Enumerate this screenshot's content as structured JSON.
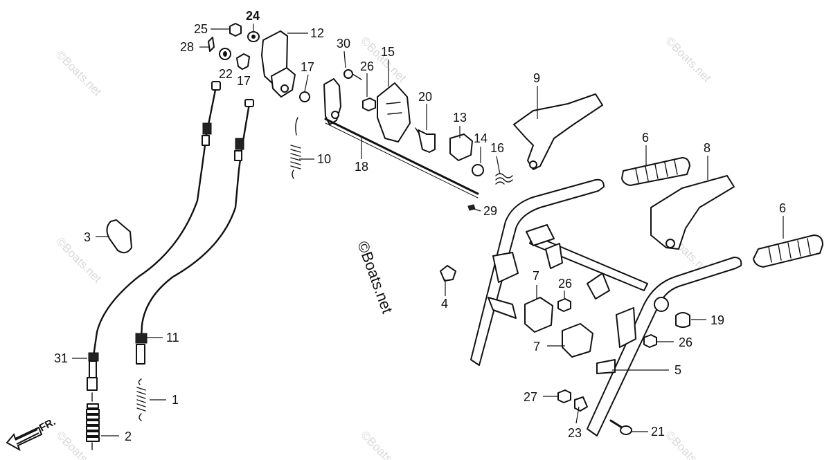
{
  "watermark": "©Boats.net",
  "direction_label": "FR.",
  "callouts": [
    {
      "id": "label-1",
      "text": "1"
    },
    {
      "id": "label-2",
      "text": "2"
    },
    {
      "id": "label-3",
      "text": "3"
    },
    {
      "id": "label-4",
      "text": "4"
    },
    {
      "id": "label-5",
      "text": "5"
    },
    {
      "id": "label-6a",
      "text": "6"
    },
    {
      "id": "label-6b",
      "text": "6"
    },
    {
      "id": "label-7a",
      "text": "7"
    },
    {
      "id": "label-7b",
      "text": "7"
    },
    {
      "id": "label-8",
      "text": "8"
    },
    {
      "id": "label-9",
      "text": "9"
    },
    {
      "id": "label-10",
      "text": "10"
    },
    {
      "id": "label-11",
      "text": "11"
    },
    {
      "id": "label-12",
      "text": "12"
    },
    {
      "id": "label-13",
      "text": "13"
    },
    {
      "id": "label-14",
      "text": "14"
    },
    {
      "id": "label-15",
      "text": "15"
    },
    {
      "id": "label-16",
      "text": "16"
    },
    {
      "id": "label-17a",
      "text": "17"
    },
    {
      "id": "label-17b",
      "text": "17"
    },
    {
      "id": "label-18",
      "text": "18"
    },
    {
      "id": "label-19",
      "text": "19"
    },
    {
      "id": "label-20",
      "text": "20"
    },
    {
      "id": "label-21",
      "text": "21"
    },
    {
      "id": "label-22",
      "text": "22"
    },
    {
      "id": "label-23",
      "text": "23"
    },
    {
      "id": "label-24",
      "text": "24"
    },
    {
      "id": "label-25",
      "text": "25"
    },
    {
      "id": "label-26a",
      "text": "26"
    },
    {
      "id": "label-26b",
      "text": "26"
    },
    {
      "id": "label-26c",
      "text": "26"
    },
    {
      "id": "label-27",
      "text": "27"
    },
    {
      "id": "label-28",
      "text": "28"
    },
    {
      "id": "label-29",
      "text": "29"
    },
    {
      "id": "label-30",
      "text": "30"
    },
    {
      "id": "label-31",
      "text": "31"
    }
  ]
}
